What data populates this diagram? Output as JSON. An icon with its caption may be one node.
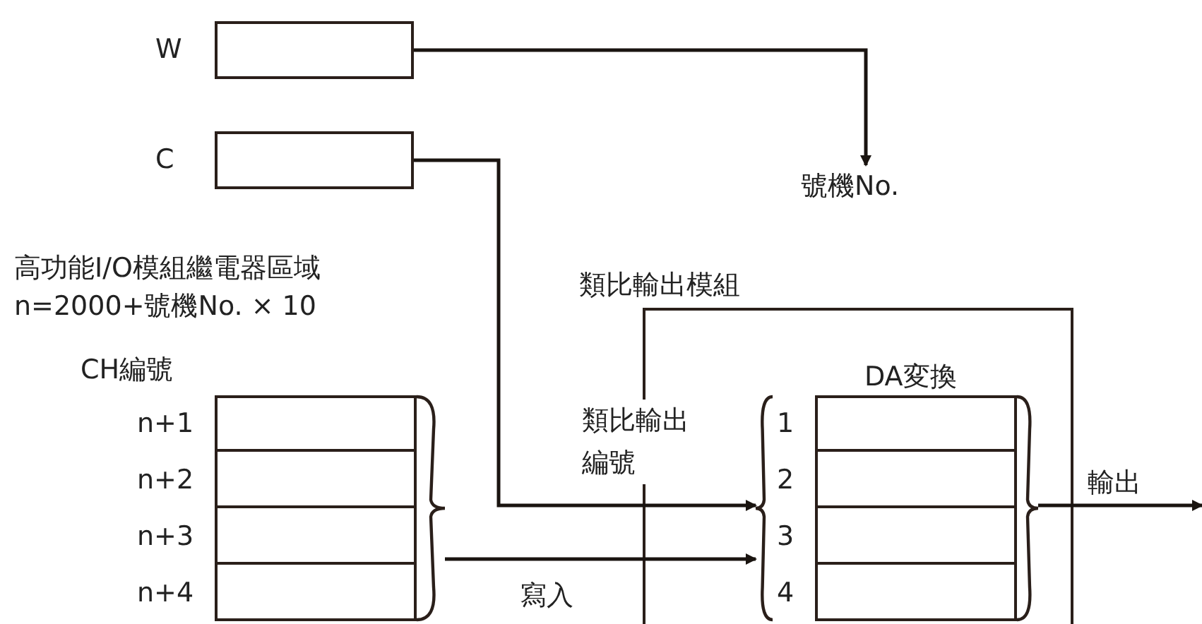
{
  "diagram": {
    "nodes": [
      {
        "text": [
          "W"
        ]
      },
      {
        "text": [
          "C"
        ]
      },
      {
        "text": [
          "號機No."
        ]
      },
      {
        "text": [
          "類比輸出模組"
        ]
      },
      {
        "text": [
          "高功能I/O模組繼電器區域",
          "n=2000+號機No. × 10",
          "CH編號"
        ]
      },
      {
        "text": [
          "n+1"
        ],
        "in": 4
      },
      {
        "text": [
          "n+2"
        ],
        "in": 4
      },
      {
        "text": [
          "n+3"
        ],
        "in": 4
      },
      {
        "text": [
          "n+4"
        ],
        "in": 4
      },
      {
        "text": [
          "DA変換"
        ],
        "in": 3
      },
      {
        "text": [
          "1"
        ],
        "in": 9
      },
      {
        "text": [
          "2"
        ],
        "in": 9
      },
      {
        "text": [
          "3"
        ],
        "in": 9
      },
      {
        "text": [
          "4"
        ],
        "in": 9
      }
    ],
    "edges": [
      {
        "from": 0,
        "to": 2,
        "arrow": "to"
      },
      {
        "from": 1,
        "to": 9,
        "arrow": "to"
      },
      {
        "from": 4,
        "to": 9,
        "label": "寫入",
        "arrow": "to"
      },
      {
        "from": 9,
        "to": null,
        "label": "輸出",
        "arrow": "to"
      }
    ],
    "labels": [
      "類比輸出編號"
    ]
  }
}
